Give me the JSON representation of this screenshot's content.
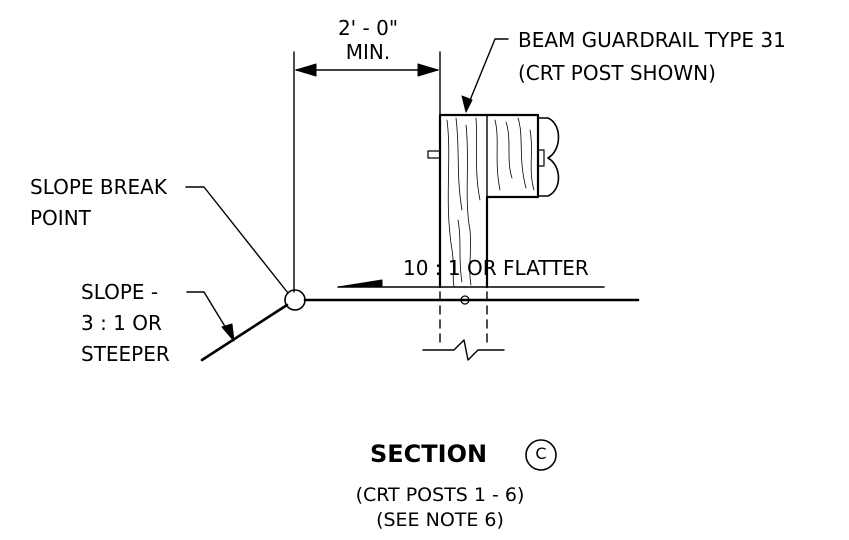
{
  "dimension": {
    "line1": "2' - 0\"",
    "line2": "MIN."
  },
  "callouts": {
    "guardrail_line1": "BEAM GUARDRAIL TYPE 31",
    "guardrail_line2": "(CRT POST SHOWN)",
    "slope_break_line1": "SLOPE BREAK",
    "slope_break_line2": "POINT",
    "slope_line1": "SLOPE -",
    "slope_line2": "3 : 1 OR",
    "slope_line3": "STEEPER",
    "flat_slope": "10 : 1 OR FLATTER"
  },
  "section": {
    "title": "SECTION",
    "marker": "C",
    "subtitle1": "(CRT POSTS 1 - 6)",
    "subtitle2": "(SEE NOTE 6)"
  }
}
